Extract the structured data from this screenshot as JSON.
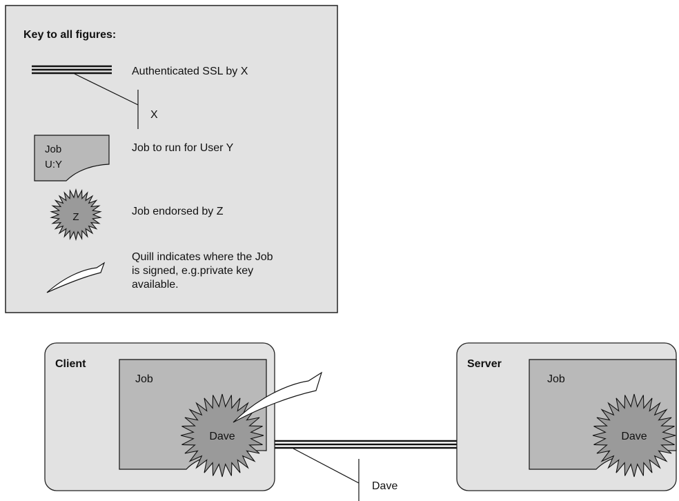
{
  "key": {
    "title": "Key to all figures:",
    "ssl_label": "Authenticated SSL by X",
    "ssl_party": "X",
    "job_text_line1": "Job",
    "job_text_line2": "U:Y",
    "job_label": "Job to run for User Y",
    "endorse_letter": "Z",
    "endorse_label": "Job endorsed by Z",
    "quill_label_lines": [
      "Quill indicates where the Job",
      "is signed, e.g.private key",
      "available."
    ]
  },
  "scene": {
    "client": {
      "label": "Client",
      "job_label": "Job",
      "endorser": "Dave"
    },
    "server": {
      "label": "Server",
      "job_label": "Job",
      "endorser": "Dave"
    },
    "ssl_party": "Dave"
  },
  "colors": {
    "panel_fill": "#e2e2e2",
    "job_fill": "#b9b9b9",
    "seal_fill": "#9a9a9a",
    "stroke": "#111111"
  }
}
